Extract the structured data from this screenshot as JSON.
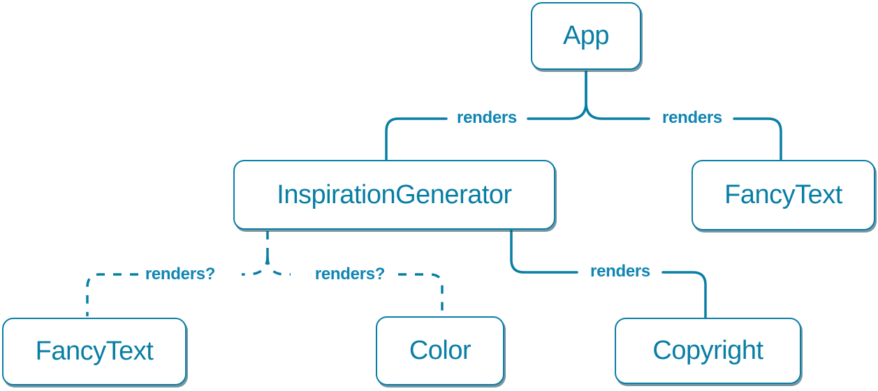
{
  "diagram": {
    "colors": {
      "accent": "#087ea4",
      "node_fill": "#ffffff",
      "edge_label": "#0f85b3",
      "shadow": "rgba(13,62,84,0.55)"
    },
    "nodes": [
      {
        "id": "app",
        "label": "App"
      },
      {
        "id": "inspiration-generator",
        "label": "InspirationGenerator"
      },
      {
        "id": "fancy-text-top",
        "label": "FancyText"
      },
      {
        "id": "fancy-text-bottom",
        "label": "FancyText"
      },
      {
        "id": "color",
        "label": "Color"
      },
      {
        "id": "copyright",
        "label": "Copyright"
      }
    ],
    "edges": [
      {
        "from": "App",
        "to": "InspirationGenerator",
        "label": "renders",
        "style": "solid"
      },
      {
        "from": "App",
        "to": "FancyText",
        "label": "renders",
        "style": "solid"
      },
      {
        "from": "InspirationGenerator",
        "to": "FancyText",
        "label": "renders?",
        "style": "dashed"
      },
      {
        "from": "InspirationGenerator",
        "to": "Color",
        "label": "renders?",
        "style": "dashed"
      },
      {
        "from": "InspirationGenerator",
        "to": "Copyright",
        "label": "renders",
        "style": "solid"
      }
    ]
  }
}
